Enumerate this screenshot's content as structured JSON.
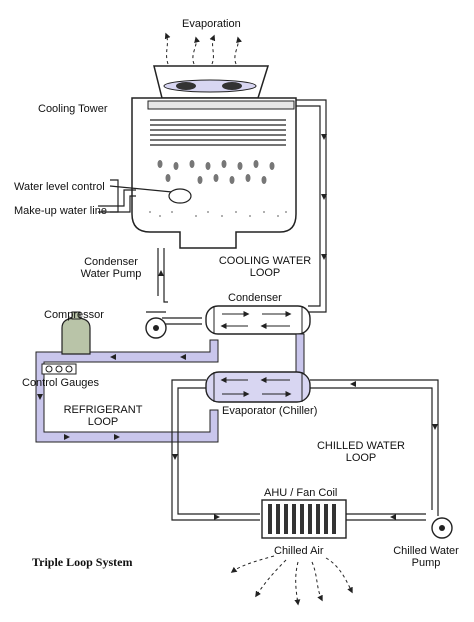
{
  "labels": {
    "evaporation": "Evaporation",
    "cooling_tower": "Cooling Tower",
    "water_level_control": "Water level control",
    "makeup_water_line": "Make-up water line",
    "condenser_water_pump_1": "Condenser",
    "condenser_water_pump_2": "Water Pump",
    "cooling_water_loop_1": "COOLING WATER",
    "cooling_water_loop_2": "LOOP",
    "condenser": "Condenser",
    "compressor": "Compressor",
    "control_gauges": "Control Gauges",
    "refrigerant_loop_1": "REFRIGERANT",
    "refrigerant_loop_2": "LOOP",
    "evaporator": "Evaporator (Chiller)",
    "chilled_water_loop_1": "CHILLED WATER",
    "chilled_water_loop_2": "LOOP",
    "ahu": "AHU / Fan Coil",
    "chilled_air": "Chilled Air",
    "chilled_water_pump_1": "Chilled Water",
    "chilled_water_pump_2": "Pump",
    "caption": "Triple Loop System"
  },
  "colors": {
    "line": "#222222",
    "refrigerant_fill": "#c9c6ec",
    "vessel_fill": "#d8d6f2",
    "compressor_fill": "#b9c4a8",
    "coil_fill": "#333333"
  }
}
